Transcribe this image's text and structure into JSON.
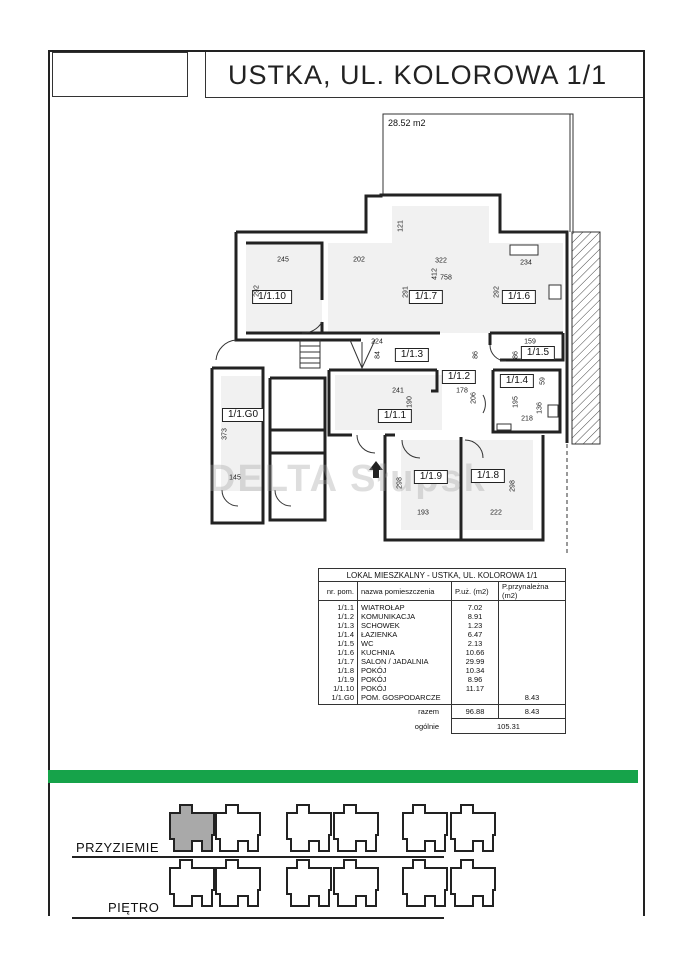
{
  "header": {
    "title": "USTKA, UL. KOLOROWA 1/1"
  },
  "plan": {
    "garden_area": "28.52 m2",
    "watermark": "DELTA Słupsk",
    "rooms": [
      {
        "id": "1/1.10"
      },
      {
        "id": "1/1.7"
      },
      {
        "id": "1/1.6"
      },
      {
        "id": "1/1.3"
      },
      {
        "id": "1/1.2"
      },
      {
        "id": "1/1.5"
      },
      {
        "id": "1/1.4"
      },
      {
        "id": "1/1.1"
      },
      {
        "id": "1/1.G0"
      },
      {
        "id": "1/1.9"
      },
      {
        "id": "1/1.8"
      }
    ],
    "dimensions": [
      "245",
      "202",
      "322",
      "234",
      "758",
      "412",
      "121",
      "292",
      "291",
      "292",
      "224",
      "84",
      "86",
      "159",
      "86",
      "59",
      "241",
      "190",
      "178",
      "206",
      "195",
      "136",
      "218",
      "373",
      "145",
      "193",
      "222",
      "298",
      "298"
    ]
  },
  "table": {
    "title": "LOKAL MIESZKALNY - USTKA, UL. KOLOROWA 1/1",
    "headers": [
      "nr. pom.",
      "nazwa pomieszczenia",
      "P.uż. (m2)",
      "P.przynależna (m2)"
    ],
    "rows": [
      {
        "nr": "1/1.1",
        "name": "WIATROŁAP",
        "puz": "7.02",
        "pp": ""
      },
      {
        "nr": "1/1.2",
        "name": "KOMUNIKACJA",
        "puz": "8.91",
        "pp": ""
      },
      {
        "nr": "1/1.3",
        "name": "SCHOWEK",
        "puz": "1.23",
        "pp": ""
      },
      {
        "nr": "1/1.4",
        "name": "ŁAZIENKA",
        "puz": "6.47",
        "pp": ""
      },
      {
        "nr": "1/1.5",
        "name": "WC",
        "puz": "2.13",
        "pp": ""
      },
      {
        "nr": "1/1.6",
        "name": "KUCHNIA",
        "puz": "10.66",
        "pp": ""
      },
      {
        "nr": "1/1.7",
        "name": "SALON / JADALNIA",
        "puz": "29.99",
        "pp": ""
      },
      {
        "nr": "1/1.8",
        "name": "POKÓJ",
        "puz": "10.34",
        "pp": ""
      },
      {
        "nr": "1/1.9",
        "name": "POKÓJ",
        "puz": "8.96",
        "pp": ""
      },
      {
        "nr": "1/1.10",
        "name": "POKÓJ",
        "puz": "11.17",
        "pp": ""
      },
      {
        "nr": "1/1.G0",
        "name": "POM. GOSPODARCZE",
        "puz": "",
        "pp": "8.43"
      }
    ],
    "razem_label": "razem",
    "razem_puz": "96.88",
    "razem_pp": "8.43",
    "ogolnie_label": "ogólnie",
    "ogolnie_value": "105.31"
  },
  "key_plan": {
    "floors": [
      {
        "label": "PRZYZIEMIE",
        "highlighted_unit": 1
      },
      {
        "label": "PIĘTRO",
        "highlighted_unit": 0
      }
    ],
    "accent": "#16a34a",
    "highlight": "#a9a9a9"
  }
}
